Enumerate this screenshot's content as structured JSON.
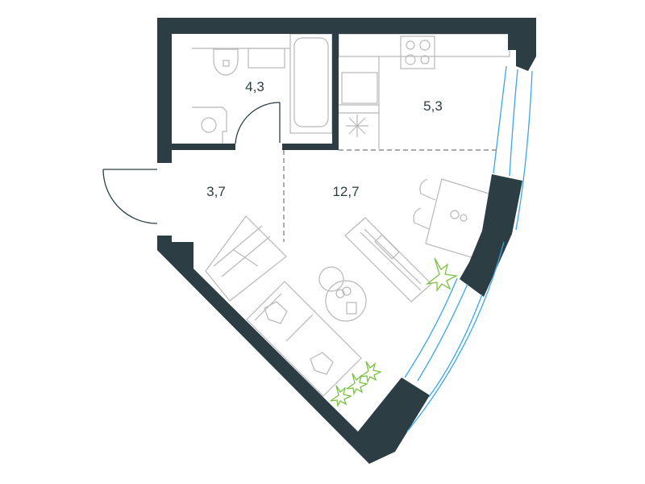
{
  "plan": {
    "rooms": [
      {
        "id": "bathroom",
        "area": "4,3"
      },
      {
        "id": "kitchen",
        "area": "5,3"
      },
      {
        "id": "hallway",
        "area": "3,7"
      },
      {
        "id": "living",
        "area": "12,7"
      }
    ]
  },
  "colors": {
    "wall": "#2c3e44",
    "window": "#3aa6e8",
    "furniture": "#b5b5b5",
    "plant": "#7cc242"
  }
}
